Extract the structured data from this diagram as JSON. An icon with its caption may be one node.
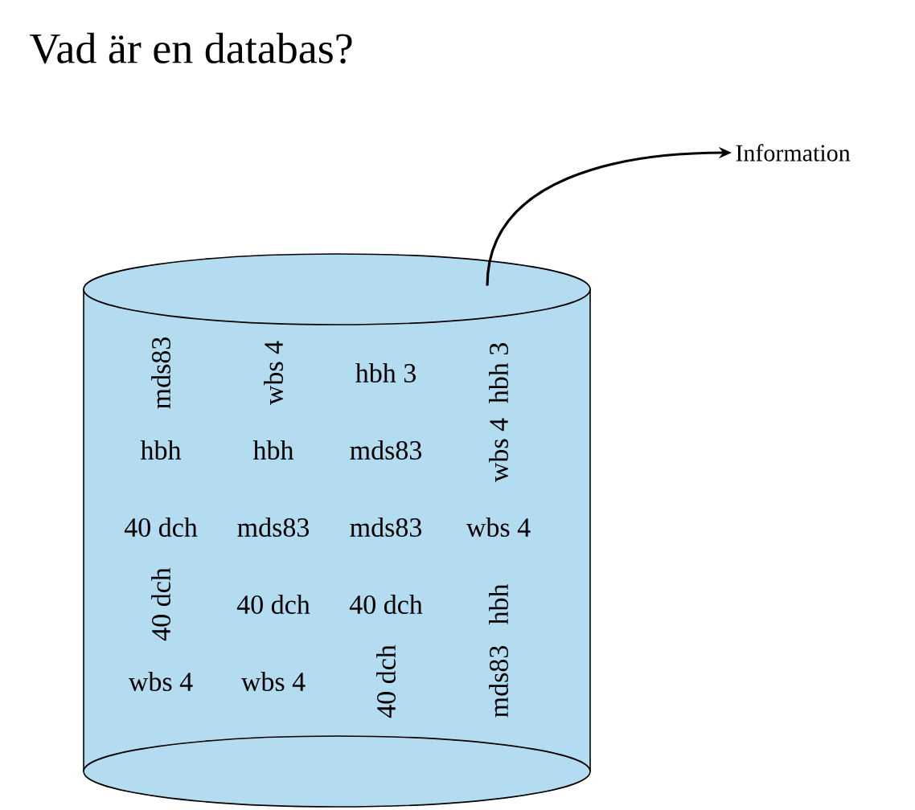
{
  "diagram": {
    "title": "Vad är en databas?",
    "nodes": [
      {
        "text": [
          "mds83",
          "wbs 4",
          "hbh 3",
          "hbh 3",
          "hbh",
          "hbh",
          "mds83",
          "wbs 4",
          "40 dch",
          "mds83",
          "mds83",
          "wbs 4",
          "40 dch",
          "40 dch",
          "40 dch",
          "hbh",
          "wbs 4",
          "wbs 4",
          "40 dch",
          "mds83"
        ]
      },
      {
        "text": [
          "Information"
        ]
      }
    ],
    "edges": [
      {
        "from": 0,
        "to": 1,
        "arrow": "to"
      }
    ]
  }
}
